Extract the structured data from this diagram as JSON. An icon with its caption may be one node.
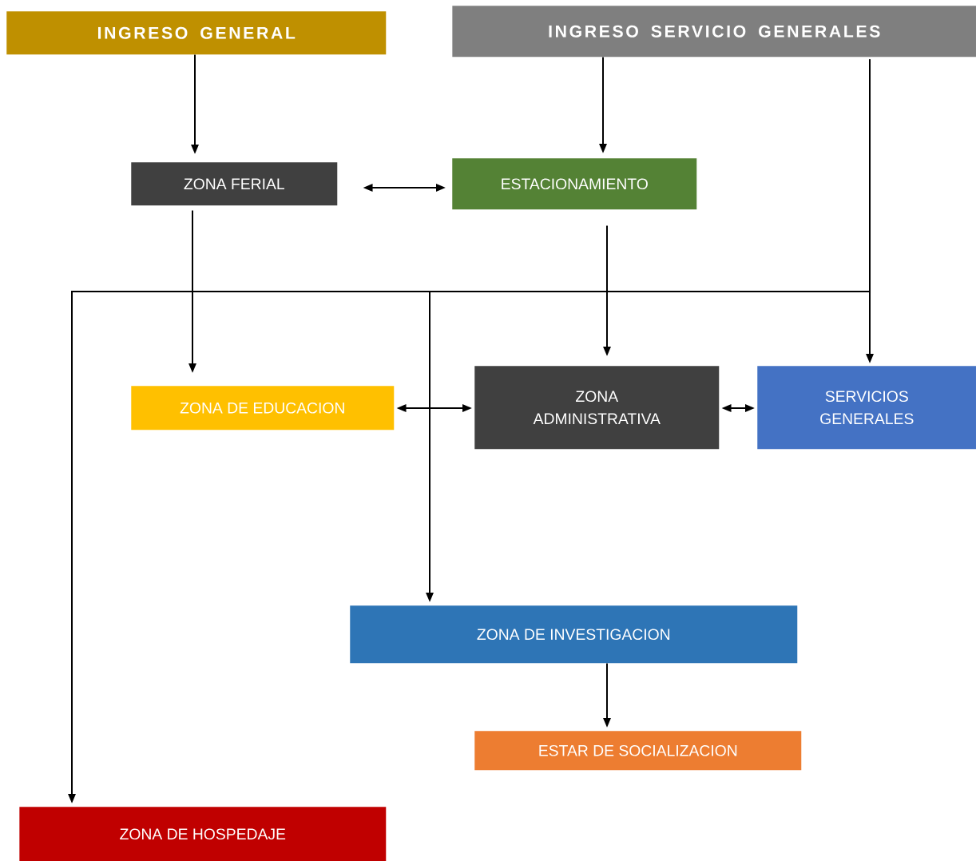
{
  "diagram": {
    "nodes": [
      {
        "text": [
          "INGRESO GENERAL"
        ]
      },
      {
        "text": [
          "INGRESO SERVICIO GENERALES"
        ]
      },
      {
        "text": [
          "ZONA FERIAL"
        ]
      },
      {
        "text": [
          "ESTACIONAMIENTO"
        ]
      },
      {
        "text": [
          "ZONA DE EDUCACION"
        ]
      },
      {
        "text": [
          "ZONA ADMINISTRATIVA"
        ]
      },
      {
        "text": [
          "SERVICIOS GENERALES"
        ]
      },
      {
        "text": [
          "ZONA DE INVESTIGACION"
        ]
      },
      {
        "text": [
          "ESTAR DE SOCIALIZACION"
        ]
      },
      {
        "text": [
          "ZONA DE HOSPEDAJE"
        ]
      }
    ],
    "edges": [
      {
        "from": 0,
        "to": 2,
        "arrow": "to"
      },
      {
        "from": 1,
        "to": 3,
        "arrow": "to"
      },
      {
        "from": 2,
        "to": 3,
        "arrow": "both"
      },
      {
        "from": 2,
        "to": 4,
        "arrow": "to"
      },
      {
        "from": 3,
        "to": 5,
        "arrow": "to"
      },
      {
        "from": 1,
        "to": 6,
        "arrow": "to"
      },
      {
        "from": 1,
        "to": 9,
        "arrow": "to"
      },
      {
        "from": 1,
        "to": 7,
        "arrow": "to"
      },
      {
        "from": 4,
        "to": 5,
        "arrow": "both"
      },
      {
        "from": 5,
        "to": 6,
        "arrow": "both"
      },
      {
        "from": 7,
        "to": 8,
        "arrow": "to"
      }
    ]
  }
}
